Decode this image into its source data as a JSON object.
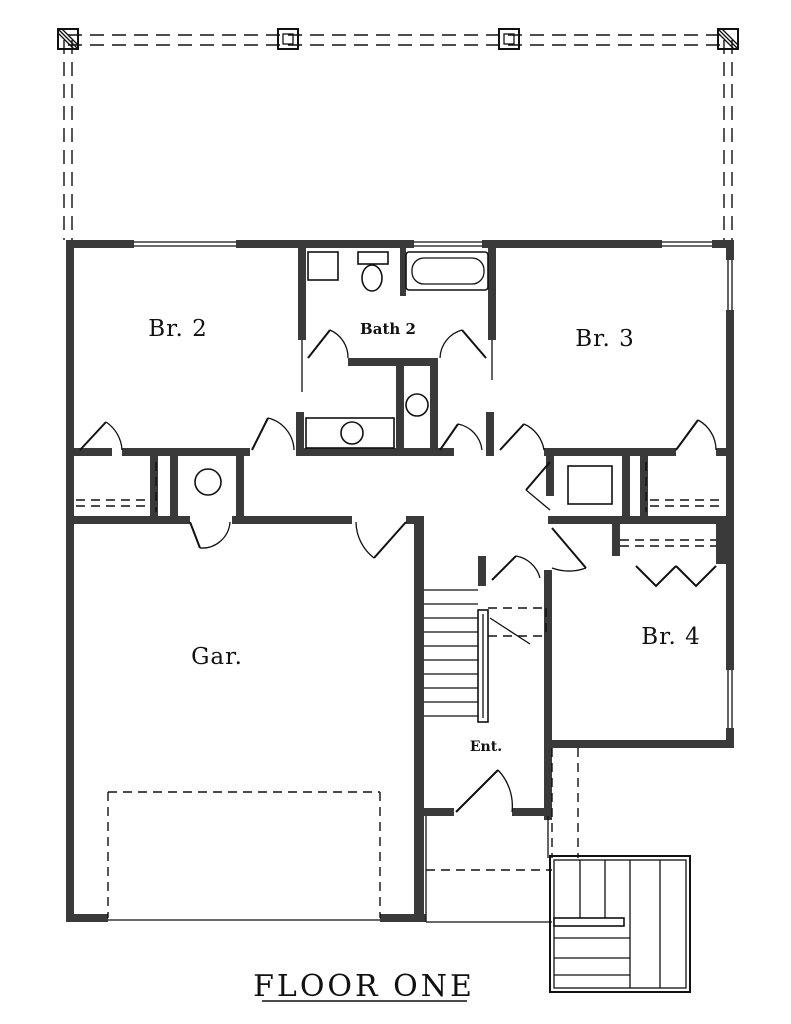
{
  "plan": {
    "title": "FLOOR ONE",
    "rooms": {
      "br2": "Br. 2",
      "bath2": "Bath 2",
      "br3": "Br. 3",
      "br4": "Br. 4",
      "garage": "Gar.",
      "entry": "Ent."
    }
  }
}
